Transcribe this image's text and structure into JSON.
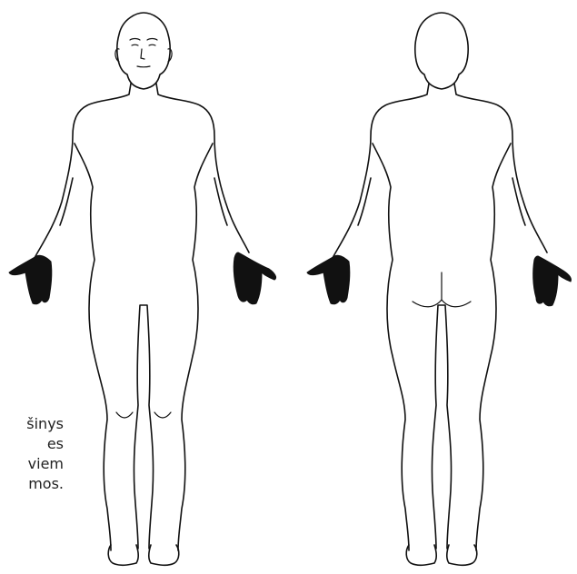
{
  "caption": {
    "lines": [
      "šinys",
      "es",
      "viem",
      "mos."
    ]
  },
  "colors": {
    "outline": "#111111",
    "hands": "#111111",
    "background": "#ffffff"
  }
}
